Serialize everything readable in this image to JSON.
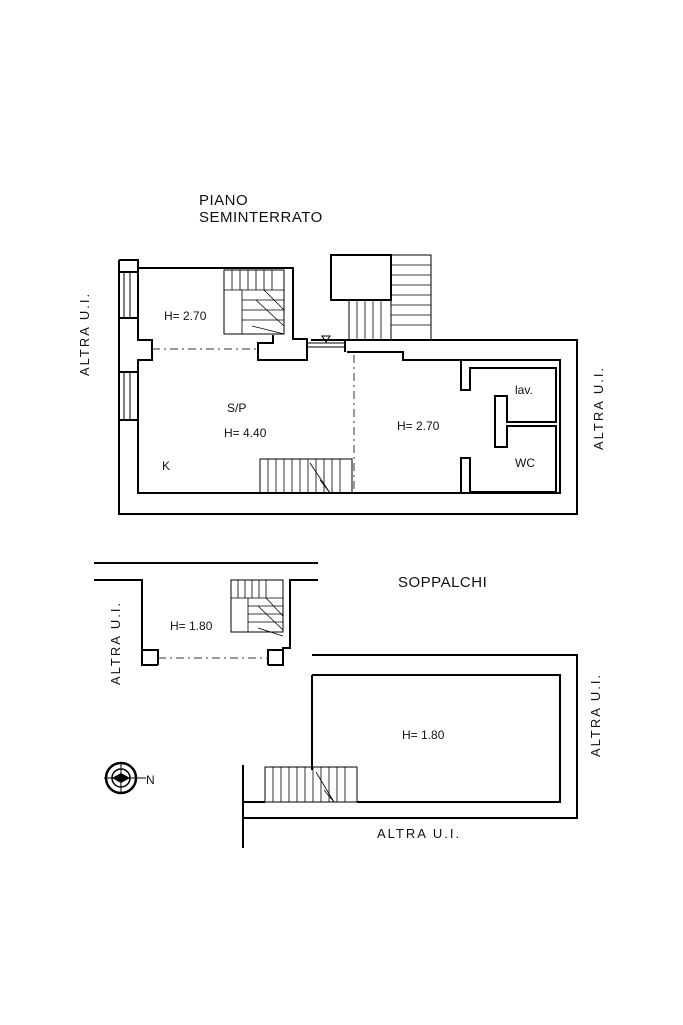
{
  "titles": {
    "piano_line1": "PIANO",
    "piano_line2": "SEMINTERRATO",
    "soppalchi": "SOPPALCHI"
  },
  "ground_floor": {
    "left_room_height": "H= 2.70",
    "main_room_use": "S/P",
    "main_room_height": "H= 4.40",
    "kitchen": "K",
    "right_room_height": "H= 2.70",
    "laundry": "lav.",
    "wc": "WC"
  },
  "mezzanines": {
    "small_height": "H= 1.80",
    "large_height": "H= 1.80"
  },
  "neighbour_labels": {
    "left_upper": "ALTRA U.I.",
    "right_upper": "ALTRA U.I.",
    "left_lower": "ALTRA U.I.",
    "right_lower": "ALTRA U.I.",
    "bottom": "ALTRA U.I."
  },
  "compass": {
    "north": "N",
    "icon": "north-arrow-icon"
  }
}
